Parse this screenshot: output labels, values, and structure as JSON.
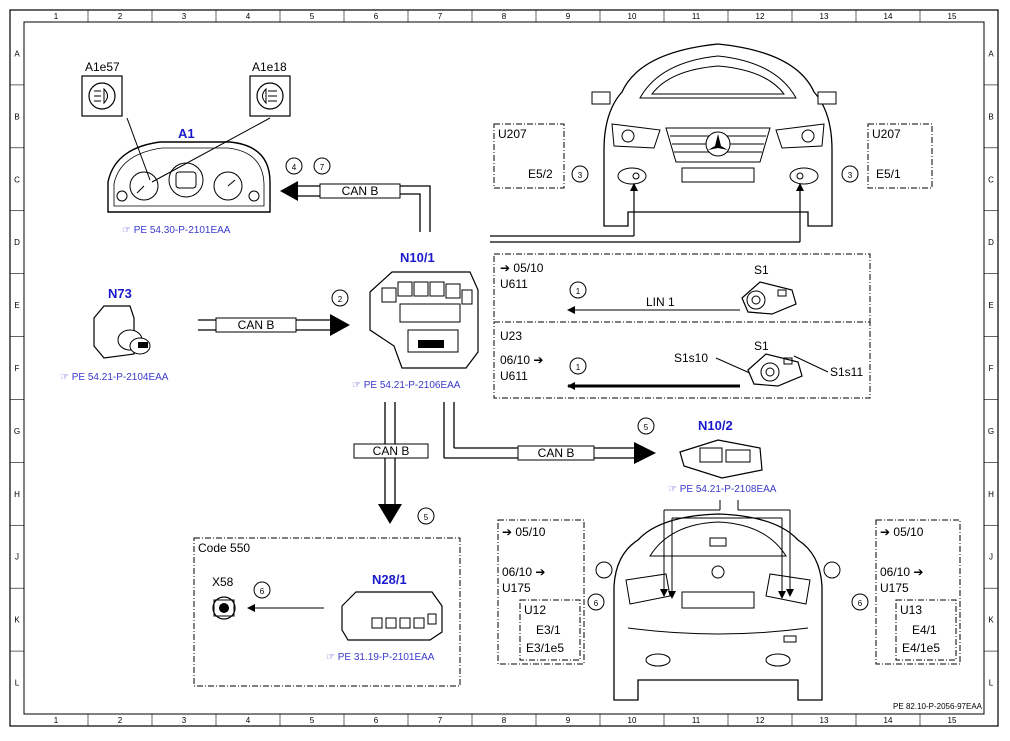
{
  "frame": {
    "columns": [
      "1",
      "2",
      "3",
      "4",
      "5",
      "6",
      "7",
      "8",
      "9",
      "10",
      "11",
      "12",
      "13",
      "14",
      "15"
    ],
    "rows": [
      "A",
      "B",
      "C",
      "D",
      "E",
      "F",
      "G",
      "H",
      "J",
      "K",
      "L"
    ],
    "footer_ref": "PE 82.10-P-2056-97EAA"
  },
  "cluster": {
    "title": "A1",
    "indicator_left": "A1e57",
    "indicator_right": "A1e18",
    "ref": "PE 54.30-P-2101EAA",
    "callout_a": "4",
    "callout_b": "7"
  },
  "sam_front": {
    "title": "N10/1",
    "ref": "PE 54.21-P-2106EAA",
    "callout_in": "2"
  },
  "ezs": {
    "title": "N73",
    "ref": "PE 54.21-P-2104EAA"
  },
  "sam_rear": {
    "title": "N10/2",
    "ref": "PE 54.21-P-2108EAA",
    "callout": "5"
  },
  "radio": {
    "title": "N28/1",
    "ref": "PE 31.19-P-2101EAA",
    "box_title": "Code 550",
    "x58": "X58",
    "callout": "6",
    "callout_can": "5"
  },
  "buses": {
    "can_b": "CAN B",
    "lin_1": "LIN 1"
  },
  "front_left_box": {
    "u": "U207",
    "e": "E5/2",
    "callout": "3"
  },
  "front_right_box": {
    "u": "U207",
    "e": "E5/1",
    "callout": "3"
  },
  "switch_a": {
    "date": "05/10",
    "u": "U611",
    "s1": "S1",
    "callout": "1"
  },
  "switch_b": {
    "u_top": "U23",
    "date": "06/10",
    "u": "U611",
    "s1": "S1",
    "s1s10": "S1s10",
    "s1s11": "S1s11",
    "callout": "1"
  },
  "rear_left_box": {
    "date1": "05/10",
    "date2": "06/10",
    "u": "U175",
    "sub_u": "U12",
    "e1": "E3/1",
    "e2": "E3/1e5",
    "callout": "6"
  },
  "rear_right_box": {
    "date1": "05/10",
    "date2": "06/10",
    "u": "U175",
    "sub_u": "U13",
    "e1": "E4/1",
    "e2": "E4/1e5",
    "callout": "6"
  }
}
